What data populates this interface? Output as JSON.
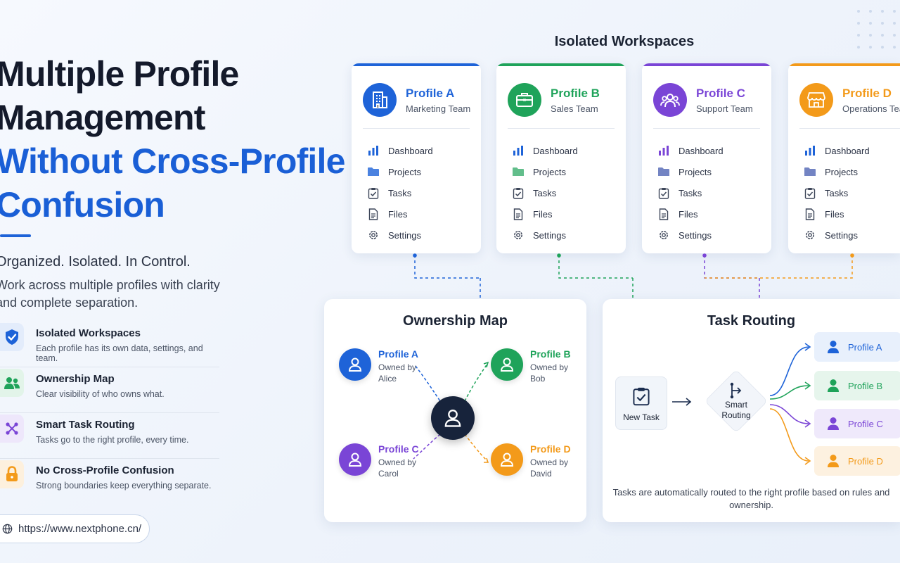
{
  "hero": {
    "title_line1": "Multiple Profile",
    "title_line2": "Management",
    "title_line3": "Without Cross-Profile",
    "title_line4": "Confusion",
    "tagline": "Organized. Isolated. In Control.",
    "subtext": "Work across multiple profiles with clarity and complete separation."
  },
  "features": [
    {
      "title": "Isolated Workspaces",
      "desc": "Each profile has its own data, settings, and team.",
      "icon": "shield-check-icon",
      "color": "#1e63d8",
      "bg": "#e3ecfb"
    },
    {
      "title": "Ownership Map",
      "desc": "Clear visibility of who owns what.",
      "icon": "users-icon",
      "color": "#1fa35a",
      "bg": "#e2f4e9"
    },
    {
      "title": "Smart Task Routing",
      "desc": "Tasks go to the right profile, every time.",
      "icon": "route-icon",
      "color": "#7a45d6",
      "bg": "#eee7fb"
    },
    {
      "title": "No Cross-Profile Confusion",
      "desc": "Strong boundaries keep everything separate.",
      "icon": "lock-icon",
      "color": "#f39a1a",
      "bg": "#fdf0dd"
    }
  ],
  "url": "https://www.nextphone.cn/",
  "workspaces": {
    "heading": "Isolated Workspaces",
    "menu": [
      "Dashboard",
      "Projects",
      "Tasks",
      "Files",
      "Settings"
    ],
    "profiles": [
      {
        "name": "Profile A",
        "team": "Marketing Team",
        "color": "#1e63d8",
        "icon": "building-icon"
      },
      {
        "name": "Profile B",
        "team": "Sales Team",
        "color": "#1fa35a",
        "icon": "briefcase-icon"
      },
      {
        "name": "Profile C",
        "team": "Support Team",
        "color": "#7a45d6",
        "icon": "team-icon"
      },
      {
        "name": "Profile D",
        "team": "Operations Team",
        "color": "#f39a1a",
        "icon": "store-icon"
      }
    ]
  },
  "ownership": {
    "title": "Ownership Map",
    "nodes": [
      {
        "name": "Profile A",
        "owned_by": "Owned by Alice"
      },
      {
        "name": "Profile B",
        "owned_by": "Owned by Bob"
      },
      {
        "name": "Profile C",
        "owned_by": "Owned by Carol"
      },
      {
        "name": "Profile D",
        "owned_by": "Owned by David"
      }
    ]
  },
  "routing": {
    "title": "Task Routing",
    "new_task": "New Task",
    "router": "Smart Routing",
    "targets": [
      "Profile A",
      "Profile B",
      "Profile C",
      "Profile D"
    ],
    "note": "Tasks are automatically routed to the right profile based on rules and ownership."
  }
}
